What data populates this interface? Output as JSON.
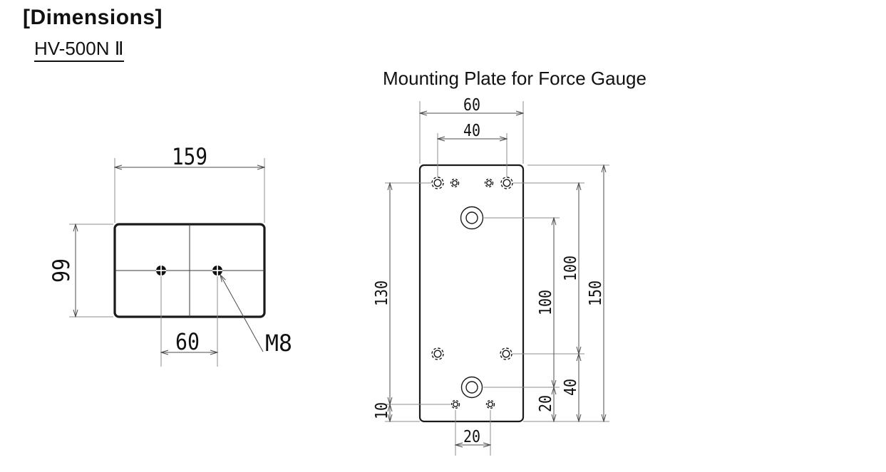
{
  "header": {
    "title": "[Dimensions]",
    "model": "HV-500N Ⅱ"
  },
  "front_view": {
    "labels": {
      "width": "159",
      "height": "99",
      "hole_spacing": "60",
      "thread": "M8"
    }
  },
  "mounting_plate": {
    "title": "Mounting Plate for Force Gauge",
    "labels": {
      "plate_width": "60",
      "top_hole_spacing": "40",
      "left_height": "130",
      "left_bottom_offset": "10",
      "center_hole_span": "100",
      "center_hole_bottom": "20",
      "side_hole_span": "100",
      "side_hole_bottom": "40",
      "total_height": "150",
      "bottom_hole_spacing": "20"
    }
  },
  "colors": {
    "ink": "#1a1a1a",
    "dimension_line": "#4d4d4d",
    "extension_line": "#8c8c8c",
    "background": "#ffffff"
  }
}
